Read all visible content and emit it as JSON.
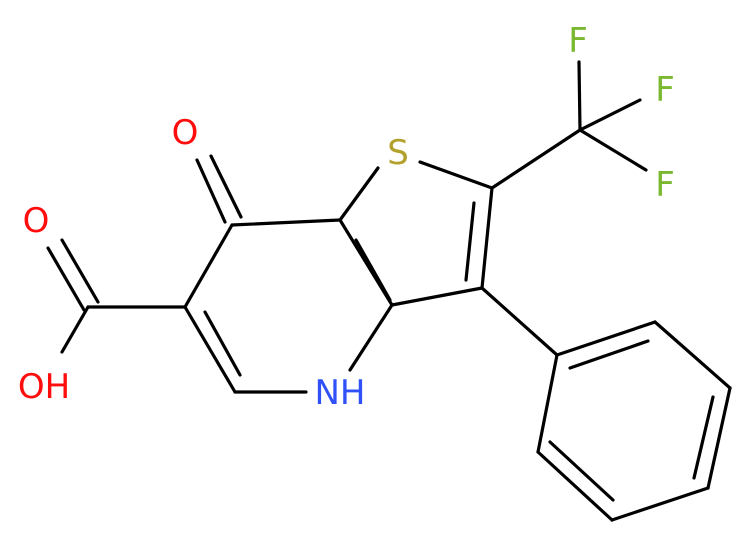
{
  "atoms": {
    "O_keto": "O",
    "O_acid": "O",
    "OH": "OH",
    "S": "S",
    "NH": "NH",
    "F1": "F",
    "F2": "F",
    "F3": "F"
  },
  "colors": {
    "bond": "#000000",
    "oxygen": "#ff0d0d",
    "nitrogen": "#3050f8",
    "sulfur": "#b2a12c",
    "fluorine": "#7ab82f"
  }
}
